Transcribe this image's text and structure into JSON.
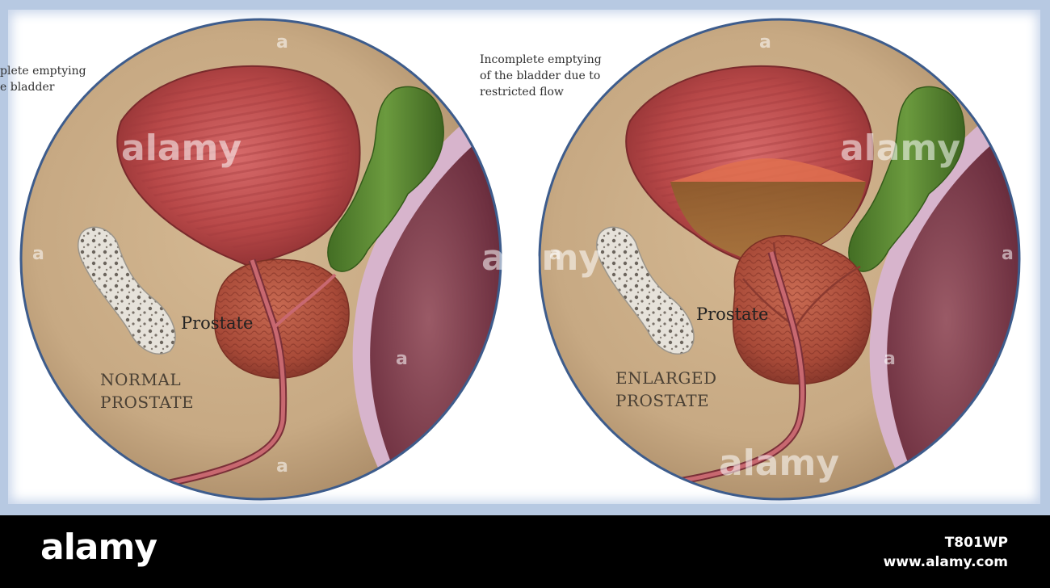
{
  "left_panel": {
    "note_line1": "plete emptying",
    "note_line2": "e bladder",
    "prostate_label": "Prostate",
    "caption_line1": "NORMAL",
    "caption_line2": "PROSTATE"
  },
  "right_panel": {
    "note_line1": "Incomplete emptying",
    "note_line2": "of the bladder due to",
    "note_line3": "restricted flow",
    "prostate_label": "Prostate",
    "caption_line1": "ENLARGED",
    "caption_line2": "PROSTATE"
  },
  "watermark": {
    "text": "alamy",
    "letter": "a"
  },
  "footer": {
    "logo": "alamy",
    "image_id": "T801WP",
    "site": "www.alamy.com"
  },
  "colors": {
    "frame": "#b7c9e2",
    "circle_border": "#3d5c8c",
    "tissue": "#c8ab86",
    "bladder": "#b94a4a",
    "prostate": "#b2523f",
    "colon": "#5c8a34",
    "rectum": "#7a3e48",
    "pink_wall": "#d7b4cc"
  }
}
